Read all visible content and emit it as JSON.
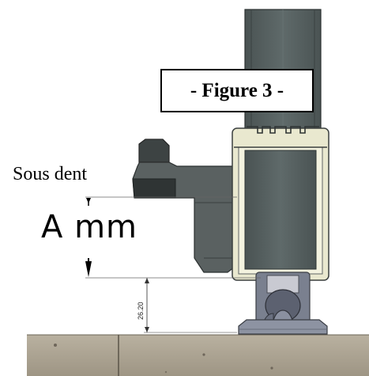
{
  "figure_label": "- Figure 3 -",
  "labels": {
    "sous_dent": "Sous dent",
    "a_mm": "A mm"
  },
  "dimension": {
    "value": "26.20"
  },
  "colors": {
    "rail": "#5b6565",
    "rail_dark": "#3e4646",
    "bracket": "#585f5f",
    "bracket_dark": "#3f4545",
    "clip": "#eeeed2",
    "foot": "#6f7583",
    "floor": "#a89f8d"
  }
}
